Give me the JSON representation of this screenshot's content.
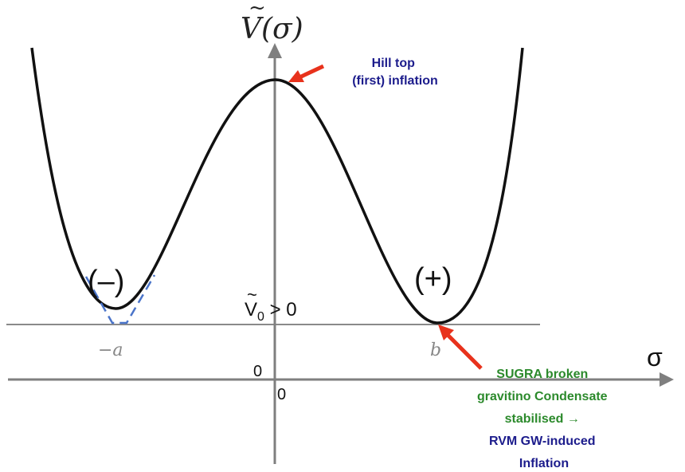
{
  "axes": {
    "y_label": "V(σ)",
    "y_label_tilde": "~",
    "x_label": "σ",
    "origin_x_label": "0",
    "origin_y_label": "0",
    "tick_neg": "−a",
    "tick_pos": "b"
  },
  "labels": {
    "minus_vacuum": "(–)",
    "plus_vacuum": "(+)",
    "v0_symbol": "V",
    "v0_tilde": "~",
    "v0_sub": "0",
    "v0_rest": " > 0"
  },
  "annotations": {
    "hilltop": [
      "Hill top",
      "(first) inflation"
    ],
    "sugra": {
      "line1": "SUGRA  broken",
      "line2": "gravitino  Condensate",
      "line3": "stabilised →",
      "line4": "RVM   GW-induced",
      "line5": "Inflation"
    }
  },
  "colors": {
    "curve": "#111111",
    "axis": "#7f7f7f",
    "arrow": "#e8321c",
    "navy": "#1c1c8c",
    "green": "#2c8a2c",
    "dashed": "#4a74c9"
  }
}
